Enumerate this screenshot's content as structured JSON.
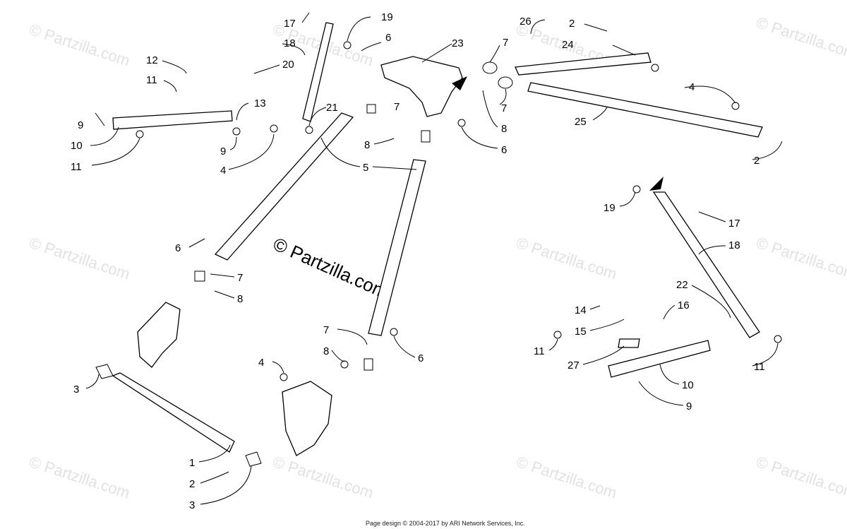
{
  "watermark": {
    "text": "© Partzilla.com",
    "center_text": "© Partzilla.com"
  },
  "footer": {
    "credit": "Page design © 2004-2017 by ARI Network Services, Inc."
  },
  "callouts": [
    {
      "id": "c1",
      "label": "17"
    },
    {
      "id": "c2",
      "label": "19"
    },
    {
      "id": "c3",
      "label": "18"
    },
    {
      "id": "c4",
      "label": "6"
    },
    {
      "id": "c5",
      "label": "23"
    },
    {
      "id": "c6",
      "label": "26"
    },
    {
      "id": "c7",
      "label": "2"
    },
    {
      "id": "c8",
      "label": "24"
    },
    {
      "id": "c9",
      "label": "7"
    },
    {
      "id": "c10",
      "label": "12"
    },
    {
      "id": "c11",
      "label": "20"
    },
    {
      "id": "c12",
      "label": "11"
    },
    {
      "id": "c13",
      "label": "13"
    },
    {
      "id": "c14",
      "label": "21"
    },
    {
      "id": "c15",
      "label": "7"
    },
    {
      "id": "c16",
      "label": "4"
    },
    {
      "id": "c17",
      "label": "7"
    },
    {
      "id": "c18",
      "label": "9"
    },
    {
      "id": "c19",
      "label": "10"
    },
    {
      "id": "c20",
      "label": "8"
    },
    {
      "id": "c21",
      "label": "25"
    },
    {
      "id": "c22",
      "label": "9"
    },
    {
      "id": "c23",
      "label": "8"
    },
    {
      "id": "c24",
      "label": "6"
    },
    {
      "id": "c25",
      "label": "11"
    },
    {
      "id": "c26",
      "label": "4"
    },
    {
      "id": "c27",
      "label": "5"
    },
    {
      "id": "c28",
      "label": "2"
    },
    {
      "id": "c29",
      "label": "19"
    },
    {
      "id": "c30",
      "label": "17"
    },
    {
      "id": "c31",
      "label": "6"
    },
    {
      "id": "c32",
      "label": "18"
    },
    {
      "id": "c33",
      "label": "7"
    },
    {
      "id": "c34",
      "label": "8"
    },
    {
      "id": "c35",
      "label": "22"
    },
    {
      "id": "c36",
      "label": "14"
    },
    {
      "id": "c37",
      "label": "16"
    },
    {
      "id": "c38",
      "label": "15"
    },
    {
      "id": "c39",
      "label": "7"
    },
    {
      "id": "c40",
      "label": "4"
    },
    {
      "id": "c41",
      "label": "8"
    },
    {
      "id": "c42",
      "label": "6"
    },
    {
      "id": "c43",
      "label": "11"
    },
    {
      "id": "c44",
      "label": "27"
    },
    {
      "id": "c45",
      "label": "11"
    },
    {
      "id": "c46",
      "label": "3"
    },
    {
      "id": "c47",
      "label": "10"
    },
    {
      "id": "c48",
      "label": "9"
    },
    {
      "id": "c49",
      "label": "1"
    },
    {
      "id": "c50",
      "label": "2"
    },
    {
      "id": "c51",
      "label": "3"
    }
  ]
}
